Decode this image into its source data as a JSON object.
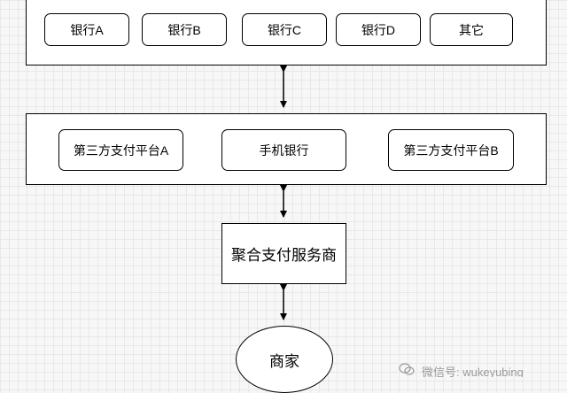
{
  "banks": {
    "items": [
      "银行A",
      "银行B",
      "银行C",
      "银行D",
      "其它"
    ]
  },
  "platforms": {
    "items": [
      "第三方支付平台A",
      "手机银行",
      "第三方支付平台B"
    ]
  },
  "aggregator": {
    "label": "聚合支付服务商"
  },
  "merchant": {
    "label": "商家"
  },
  "watermark": {
    "text": "微信号: wukeyubing"
  }
}
